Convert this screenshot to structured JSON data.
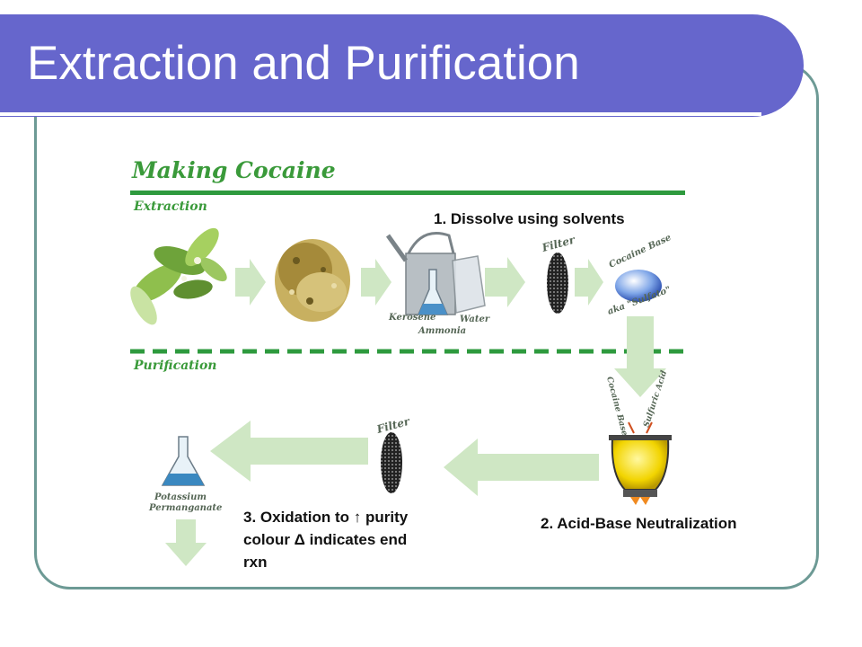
{
  "slide": {
    "title": "Extraction and Purification"
  },
  "diagram": {
    "heading": "Making Cocaine",
    "section_extraction": "Extraction",
    "section_purification": "Purification",
    "filter_label": "Filter",
    "kerosene_label": "Kerosene",
    "water_label": "Water",
    "ammonia_label": "Ammonia",
    "cocaine_base_label": "Cocaine Base",
    "aka_label": "aka \"Sulfato\"",
    "cocaine_base_in_label": "Cocaine Base",
    "sulfuric_acid_label": "Sulfuric Acid",
    "potassium_label": "Potassium",
    "permanganate_label": "Permanganate",
    "colors": {
      "green": "#2e9a3e",
      "arrow": "#cfe7c4",
      "title_bar": "#6666cc",
      "frame": "#6d9a95"
    }
  },
  "notes": {
    "step1": "1. Dissolve using solvents",
    "step2": "2. Acid-Base Neutralization",
    "step3_line1": "3. Oxidation to ↑ purity",
    "step3_line2": "colour Δ indicates end",
    "step3_line3": "rxn"
  }
}
